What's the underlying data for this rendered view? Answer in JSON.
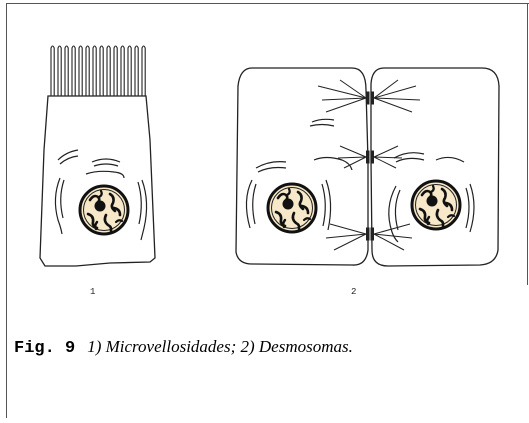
{
  "panel_labels": [
    "1",
    "2"
  ],
  "caption": {
    "fig_label": "Fig. 9",
    "text": "1) Microvellosidades; 2) Desmosomas."
  },
  "colors": {
    "nucleus_fill": "#f6e8c8",
    "chromatin": "#111111",
    "outline": "#222222"
  }
}
